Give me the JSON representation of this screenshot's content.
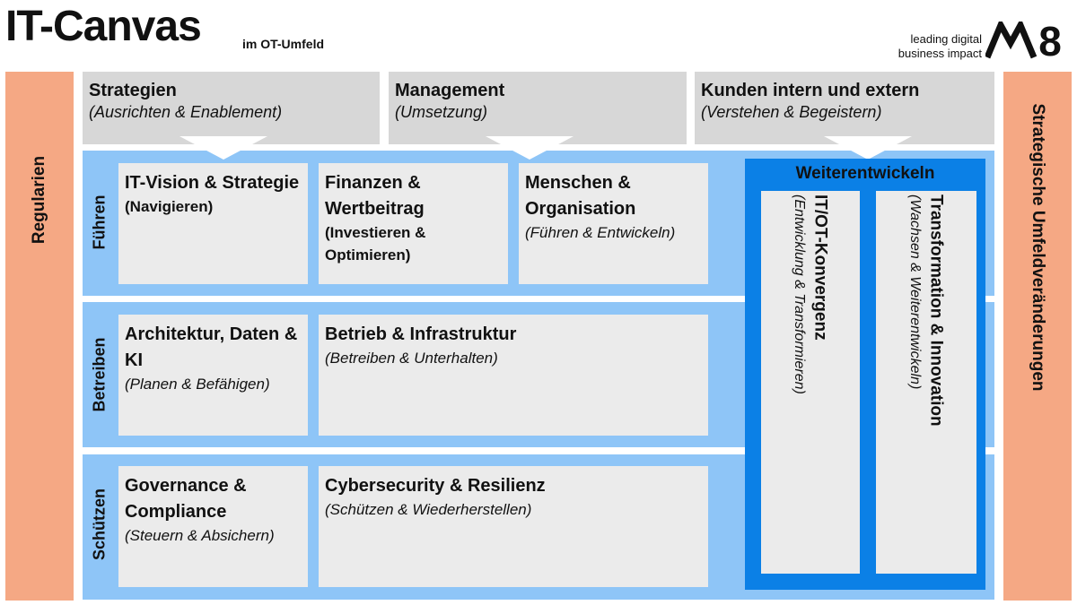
{
  "header": {
    "title": "IT-Canvas",
    "subtitle": "im OT-Umfeld",
    "tagline_line1": "leading digital",
    "tagline_line2": "business impact",
    "logo_text": "M8"
  },
  "sidebars": {
    "left": "Regularien",
    "right": "Strategische Umfeldveränderungen"
  },
  "top_headers": [
    {
      "title": "Strategien",
      "subtitle": "(Ausrichten & Enablement)"
    },
    {
      "title": "Management",
      "subtitle": "(Umsetzung)"
    },
    {
      "title": "Kunden intern und extern",
      "subtitle": "(Verstehen & Begeistern)"
    }
  ],
  "rows": [
    {
      "label": "Führen",
      "cells": [
        {
          "title": "IT-Vision & Strategie",
          "subtitle": "(Navigieren)",
          "subtitle_style": "bold"
        },
        {
          "title": "Finanzen & Wertbeitrag",
          "subtitle": "(Investieren & Optimieren)",
          "subtitle_style": "bold"
        },
        {
          "title": "Menschen & Organisation",
          "subtitle": "(Führen & Entwickeln)",
          "subtitle_style": "italic"
        }
      ]
    },
    {
      "label": "Betreiben",
      "cells": [
        {
          "title": "Architektur, Daten & KI",
          "subtitle": "(Planen & Befähigen)",
          "subtitle_style": "italic"
        },
        {
          "title": "Betrieb & Infrastruktur",
          "subtitle": "(Betreiben & Unterhalten)",
          "subtitle_style": "italic"
        }
      ]
    },
    {
      "label": "Schützen",
      "cells": [
        {
          "title": "Governance & Compliance",
          "subtitle": "(Steuern & Absichern)",
          "subtitle_style": "italic"
        },
        {
          "title": "Cybersecurity & Resilienz",
          "subtitle": "(Schützen & Wiederherstellen)",
          "subtitle_style": "italic"
        }
      ]
    }
  ],
  "weiterentwickeln": {
    "title": "Weiterentwickeln",
    "columns": [
      {
        "title": "IT/OT-Konvergenz",
        "subtitle": "(Entwicklung & Transformieren)"
      },
      {
        "title": "Transformation & Innovation",
        "subtitle": "(Wachsen & Weiterentwickeln)"
      }
    ]
  },
  "colors": {
    "sidebar": "#f5a884",
    "header_box": "#d7d7d7",
    "band": "#8ec5f7",
    "cell": "#ebebeb",
    "weiterentwickeln": "#0b80e6"
  }
}
